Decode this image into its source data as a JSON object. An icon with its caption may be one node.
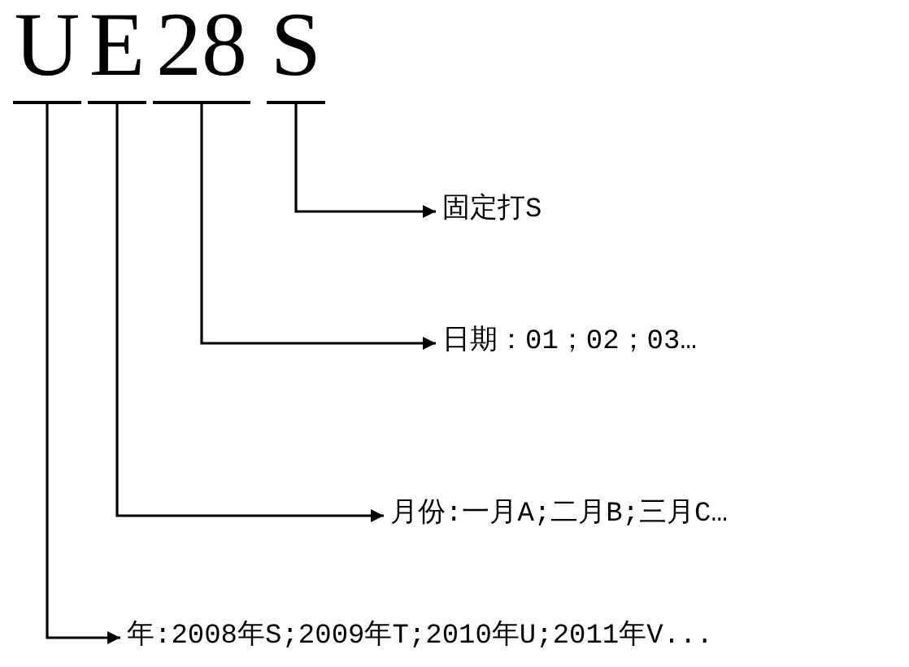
{
  "diagram": {
    "nodes": [
      {
        "text": [
          "U"
        ]
      },
      {
        "text": [
          "E"
        ]
      },
      {
        "text": [
          "28"
        ]
      },
      {
        "text": [
          "S"
        ]
      },
      {
        "text": [
          "固定打S"
        ]
      },
      {
        "text": [
          "日期：01；02；03…"
        ]
      },
      {
        "text": [
          "月份:一月A;二月B;三月C…"
        ]
      },
      {
        "text": [
          "年:2008年S;2009年T;2010年U;2011年V..."
        ]
      }
    ],
    "edges": [
      {
        "from": 3,
        "to": 4,
        "arrow": "to"
      },
      {
        "from": 2,
        "to": 5,
        "arrow": "to"
      },
      {
        "from": 1,
        "to": 6,
        "arrow": "to"
      },
      {
        "from": 0,
        "to": 7,
        "arrow": "to"
      }
    ]
  }
}
